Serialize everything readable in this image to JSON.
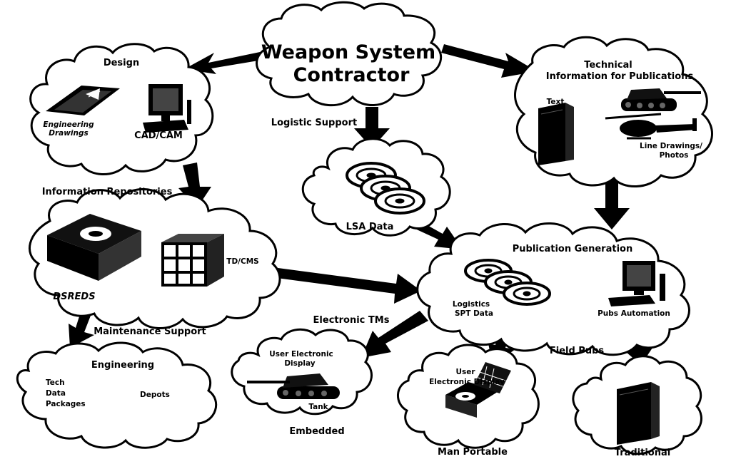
{
  "center": {
    "title_line1": "Weapon System",
    "title_line2": "Contractor"
  },
  "design": {
    "title": "Design",
    "engineering_drawings_line1": "Engineering",
    "engineering_drawings_line2": "Drawings",
    "cadcam": "CAD/CAM"
  },
  "technical": {
    "title_line1": "Technical",
    "title_line2": "Information for Publications",
    "text": "Text",
    "line_drawings_line1": "Line Drawings/",
    "line_drawings_line2": "Photos"
  },
  "logistic_support": "Logistic Support",
  "lsa": {
    "label": "LSA Data"
  },
  "repositories": {
    "title": "Information Repositories",
    "dsreds": "DSREDS",
    "tdcms": "TD/CMS"
  },
  "publication": {
    "title": "Publication Generation",
    "logistics_line1": "Logistics",
    "logistics_line2": "SPT Data",
    "pubs_automation": "Pubs Automation"
  },
  "maintenance_support": "Maintenance Support",
  "engineering": {
    "title": "Engineering",
    "tech_line1": "Tech",
    "tech_line2": "Data",
    "tech_line3": "Packages",
    "depots": "Depots"
  },
  "electronic_tms": "Electronic TMs",
  "embedded": {
    "user_line1": "User Electronic",
    "user_line2": "Display",
    "tank": "Tank",
    "caption": "Embedded"
  },
  "man_portable": {
    "user_line1": "User",
    "user_line2": "Electronic Display",
    "caption": "Man Portable"
  },
  "field_pubs": "Field Pubs",
  "traditional": {
    "caption": "Traditional"
  }
}
